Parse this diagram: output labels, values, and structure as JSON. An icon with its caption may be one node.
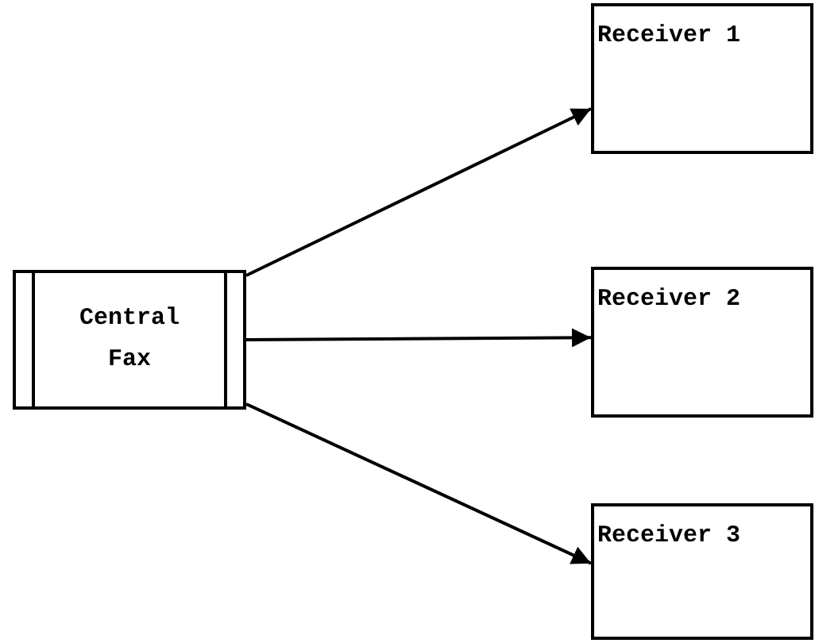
{
  "diagram": {
    "nodes": [
      {
        "text": [
          "Central Fax"
        ]
      },
      {
        "text": [
          "Receiver 1"
        ]
      },
      {
        "text": [
          "Receiver 2"
        ]
      },
      {
        "text": [
          "Receiver 3"
        ]
      }
    ],
    "edges": [
      {
        "from": 0,
        "to": 1,
        "arrow": "to"
      },
      {
        "from": 0,
        "to": 2,
        "arrow": "to"
      },
      {
        "from": 0,
        "to": 3,
        "arrow": "to"
      }
    ]
  }
}
